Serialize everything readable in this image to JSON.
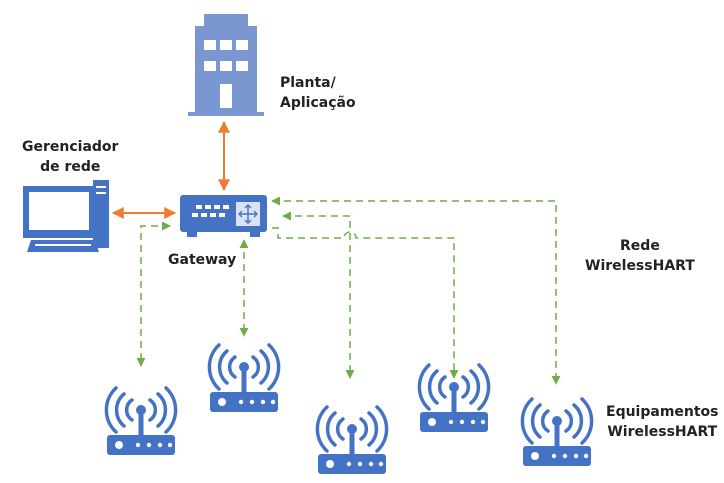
{
  "labels": {
    "plant": [
      "Planta/",
      "Aplicação"
    ],
    "network_manager": [
      "Gerenciador",
      "de rede"
    ],
    "gateway": "Gateway",
    "network": [
      "Rede",
      "WirelessHART"
    ],
    "devices": [
      "Equipamentos",
      "WirelessHART"
    ]
  },
  "colors": {
    "icon_blue": "#4472c4",
    "building_blue": "#7b97d1",
    "wired_link": "#ed7d31",
    "wireless_link": "#70ad47"
  },
  "icons": [
    "building-icon",
    "computer-icon",
    "gateway-icon",
    "wireless-device-icon"
  ]
}
